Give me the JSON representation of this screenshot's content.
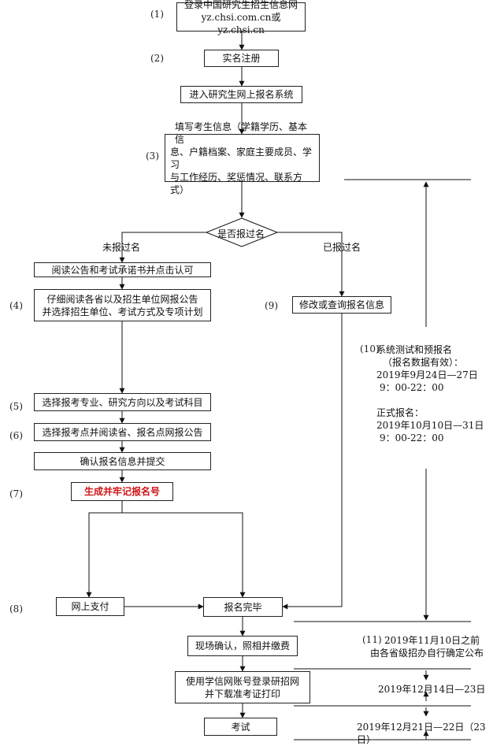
{
  "steps": [
    "(1)",
    "(2)",
    "(3)",
    "(4)",
    "(5)",
    "(6)",
    "(7)",
    "(8)",
    "(9)",
    "(10)",
    "(11)"
  ],
  "boxes": {
    "login_1": "登录中国研究生招生信息网",
    "login_2": "yz.chsi.com.cn或yz.chsi.cn",
    "register": "实名注册",
    "enter_system": "进入研究生网上报名系统",
    "fill_info_1": "填写考生信息（学籍学历、基本信",
    "fill_info_2": "息、户籍档案、家庭主要成员、学习",
    "fill_info_3": "与工作经历、奖惩情况、联系方式）",
    "decision": "是否报过名",
    "read_notice": "阅读公告和考试承诺书并点击认可",
    "select_unit_1": "仔细阅读各省以及招生单位网报公告",
    "select_unit_2": "并选择招生单位、考试方式及专项计划",
    "modify": "修改或查询报名信息",
    "select_major": "选择报考专业、研究方向以及考试科目",
    "select_site": "选择报考点并阅读省、报名点网报公告",
    "confirm": "确认报名信息并提交",
    "generate": "生成并牢记报名号",
    "pay": "网上支付",
    "done": "报名完毕",
    "onsite": "现场确认，照相并缴费",
    "download_1": "使用学信网账号登录研招网",
    "download_2": "并下载准考证打印",
    "exam": "考试"
  },
  "labels": {
    "not_registered": "未报过名",
    "registered": "已报过名"
  },
  "notes": {
    "n10": [
      "系统测试和预报名",
      "（报名数据有效）：",
      "2019年9月24日—27日",
      "9：00-22：00",
      "",
      "正式报名：",
      "2019年10月10日—31日",
      "9：00-22：00"
    ],
    "n11": [
      "2019年11月10日之前",
      "由各省级招办自行确定公布"
    ],
    "n12": "2019年12月14日—23日",
    "n13": "2019年12月21日—22日（23日）"
  }
}
